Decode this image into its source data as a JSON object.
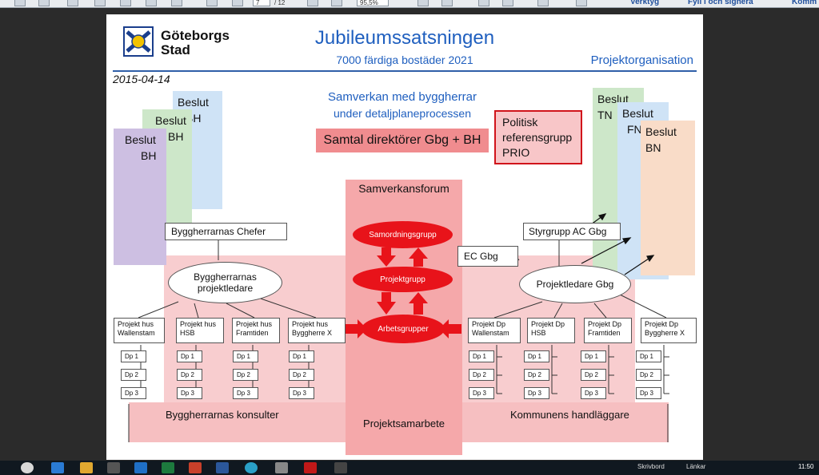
{
  "toolbar": {
    "page_current": "7",
    "page_total": "/ 12",
    "zoom": "95,5%",
    "link_tools": "Verktyg",
    "link_sign": "Fyll i och signera",
    "link_comment": "Komm"
  },
  "slide": {
    "logo_line1": "Göteborgs",
    "logo_line2": "Stad",
    "title": "Jubileumssatsningen",
    "subtitle": "7000 färdiga bostäder 2021",
    "org_label": "Projektorganisation",
    "date": "2015-04-14",
    "collab_line1": "Samverkan med byggherrar",
    "collab_line2": "under detaljplaneprocessen",
    "directors_bar": "Samtal direktörer Gbg + BH",
    "political_line1": "Politisk",
    "political_line2": "referensgrupp",
    "political_line3": "PRIO",
    "left_decisions": [
      {
        "line1": "Beslut",
        "line2": "BH"
      },
      {
        "line1": "Beslut",
        "line2": "BH"
      },
      {
        "line1": "Beslut",
        "line2": "BH"
      }
    ],
    "right_decisions": [
      {
        "line1": "Beslut",
        "line2": "TN"
      },
      {
        "line1": "Beslut",
        "line2": "FN"
      },
      {
        "line1": "Beslut",
        "line2": "BN"
      }
    ],
    "forum_title": "Samverkansforum",
    "coord_group": "Samordningsgrupp",
    "project_group": "Projektgrupp",
    "work_groups": "Arbetsgrupper",
    "builders_chiefs": "Byggherrarnas Chefer",
    "builders_pm_line1": "Byggherrarnas",
    "builders_pm_line2": "projektledare",
    "steering_group": "Styrgrupp  AC Gbg",
    "ec_gbg": "EC Gbg",
    "pm_gbg": "Projektledare Gbg",
    "left_projects": [
      {
        "line1": "Projekt hus",
        "line2": "Wallenstam"
      },
      {
        "line1": "Projekt hus",
        "line2": "HSB"
      },
      {
        "line1": "Projekt hus",
        "line2": "Framtiden"
      },
      {
        "line1": "Projekt hus",
        "line2": "Byggherre X"
      }
    ],
    "right_projects": [
      {
        "line1": "Projekt Dp",
        "line2": "Wallenstam"
      },
      {
        "line1": "Projekt Dp",
        "line2": "HSB"
      },
      {
        "line1": "Projekt Dp",
        "line2": "Framtiden"
      },
      {
        "line1": "Projekt Dp",
        "line2": "Byggherre X"
      }
    ],
    "dp_labels": [
      "Dp 1",
      "Dp 2",
      "Dp 3"
    ],
    "consultants": "Byggherrarnas konsulter",
    "project_collab": "Projektsamarbete",
    "municipal_officers": "Kommunens handläggare"
  },
  "taskbar": {
    "desktop_label": "Skrivbord",
    "links_label": "Länkar",
    "time": "11:50"
  },
  "colors": {
    "title_blue": "#1f5fbf",
    "red": "#e8131a",
    "pink_band": "#f6c3c5",
    "forum_pink": "#f5a8aa"
  }
}
